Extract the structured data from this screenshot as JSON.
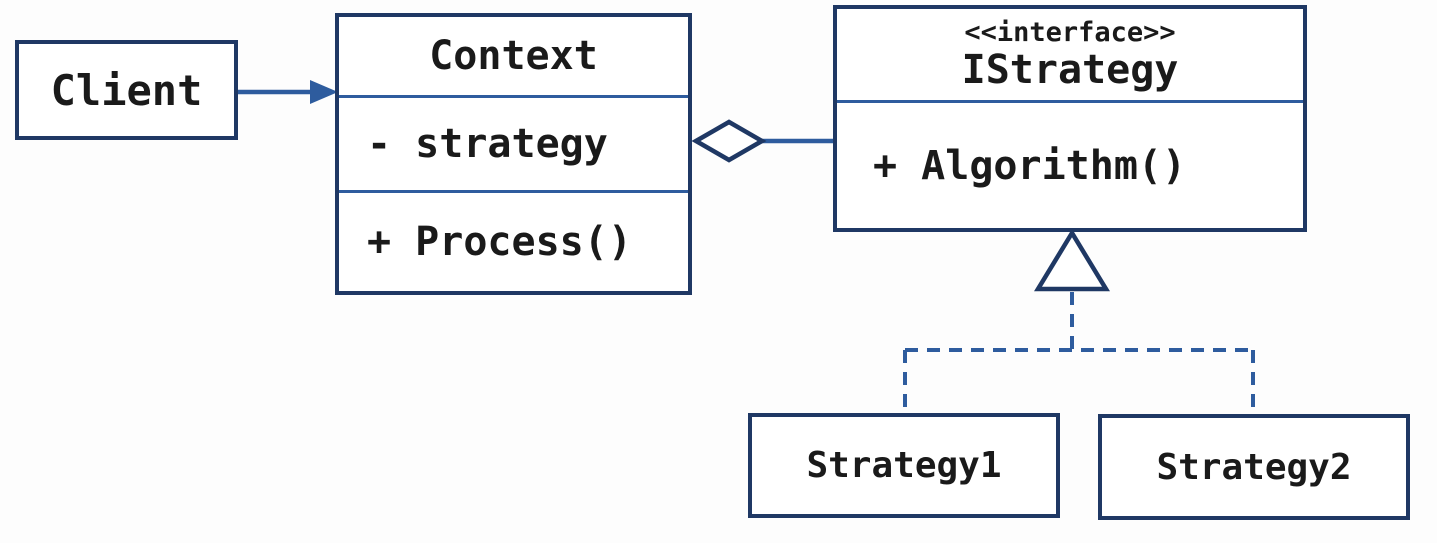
{
  "diagram": {
    "kind": "uml-class-diagram",
    "client": {
      "label": "Client"
    },
    "context": {
      "title": "Context",
      "attributes": [
        "- strategy"
      ],
      "methods": [
        "+ Process()"
      ]
    },
    "istrategy": {
      "stereotype": "<<interface>>",
      "title": "IStrategy",
      "methods": [
        "+ Algorithm()"
      ]
    },
    "strategy1": {
      "label": "Strategy1"
    },
    "strategy2": {
      "label": "Strategy2"
    },
    "relationships": [
      {
        "type": "association",
        "from": "Client",
        "to": "Context"
      },
      {
        "type": "aggregation",
        "from": "Context",
        "to": "IStrategy"
      },
      {
        "type": "realization",
        "from": "Strategy1",
        "to": "IStrategy"
      },
      {
        "type": "realization",
        "from": "Strategy2",
        "to": "IStrategy"
      }
    ]
  },
  "colors": {
    "border_navy": "#1f3864",
    "connector_blue": "#2e5c9e",
    "text_black": "#1a1a1a",
    "background": "#fdfdfd",
    "box_fill": "#ffffff"
  }
}
